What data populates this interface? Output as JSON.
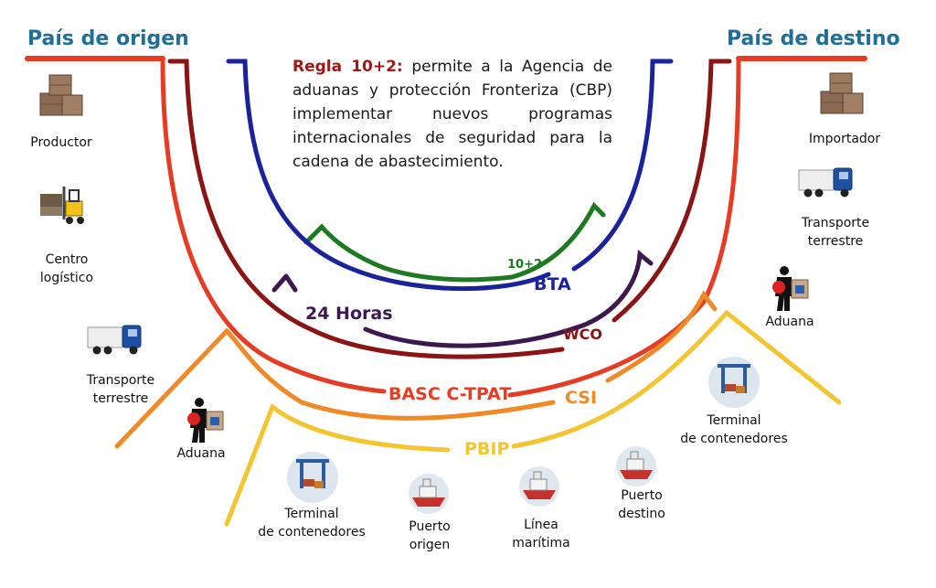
{
  "header": {
    "origin": "País de origen",
    "destination": "País de destino"
  },
  "note": {
    "title": "Regla 10+2:",
    "body": " permite a la Agencia de aduanas y protección Fronteriza (CBP) implementar nuevos programas internacionales de seguridad para la cadena de abastecimiento."
  },
  "arcs": [
    {
      "label": "10+2",
      "color": "#1e7a22"
    },
    {
      "label": "BTA",
      "color": "#1a239c"
    },
    {
      "label": "24 Horas",
      "color": "#3d1850"
    },
    {
      "label": "WCO",
      "color": "#8b1414"
    },
    {
      "label": "BASC C-TPAT",
      "color": "#e63c24"
    },
    {
      "label": "CSI",
      "color": "#f08a28"
    },
    {
      "label": "PBIP",
      "color": "#f2c531"
    }
  ],
  "origin_nodes": [
    {
      "line1": "Productor",
      "line2": "",
      "icon": "boxes-icon"
    },
    {
      "line1": "Centro",
      "line2": "logístico",
      "icon": "forklift-icon"
    },
    {
      "line1": "Transporte",
      "line2": "terrestre",
      "icon": "truck-icon"
    },
    {
      "line1": "Aduana",
      "line2": "",
      "icon": "customs-officer-icon"
    }
  ],
  "maritime_nodes": [
    {
      "line1": "Terminal",
      "line2": "de contenedores",
      "icon": "container-crane-icon"
    },
    {
      "line1": "Puerto",
      "line2": "origen",
      "icon": "ship-icon"
    },
    {
      "line1": "Línea",
      "line2": "marítima",
      "icon": "ship-icon"
    },
    {
      "line1": "Puerto",
      "line2": "destino",
      "icon": "ship-icon"
    },
    {
      "line1": "Terminal",
      "line2": "de contenedores",
      "icon": "container-crane-icon"
    }
  ],
  "destination_nodes": [
    {
      "line1": "Importador",
      "line2": "",
      "icon": "boxes-icon"
    },
    {
      "line1": "Transporte",
      "line2": "terrestre",
      "icon": "truck-icon"
    },
    {
      "line1": "Aduana",
      "line2": "",
      "icon": "customs-officer-icon"
    }
  ]
}
